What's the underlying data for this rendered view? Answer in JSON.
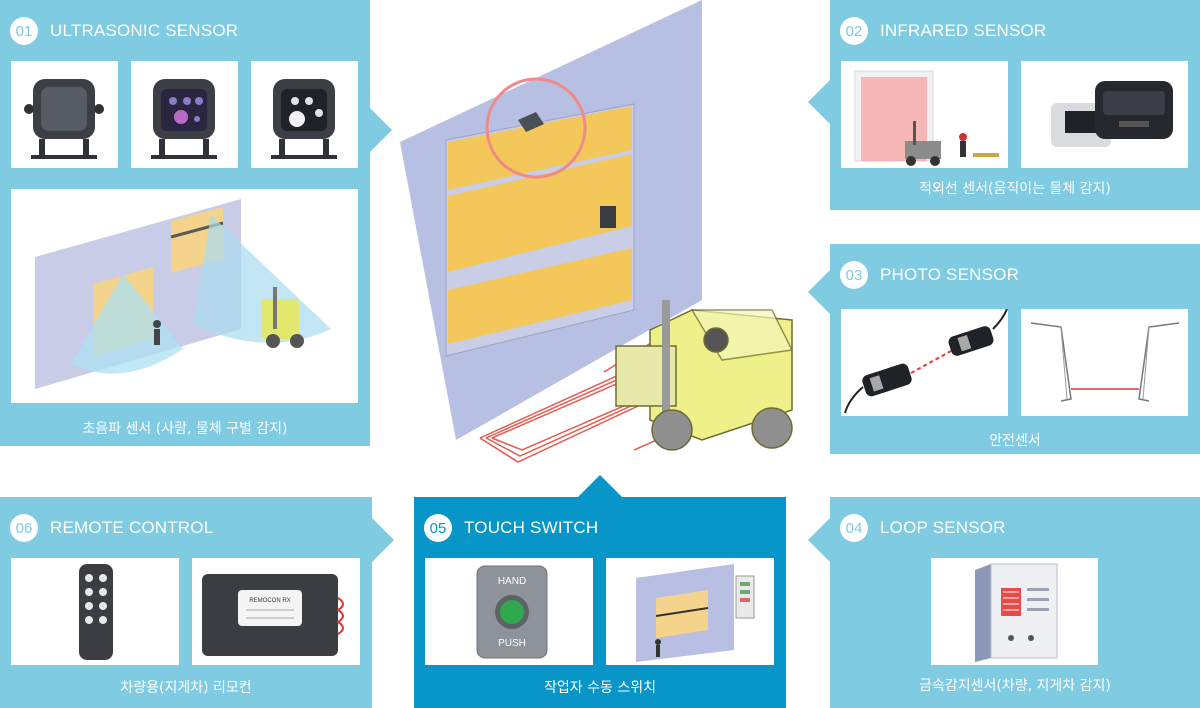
{
  "panels": {
    "ultrasonic": {
      "num": "01",
      "title": "ULTRASONIC SENSOR",
      "caption": "초음파 센서 (사람, 물체 구별 감지)"
    },
    "infrared": {
      "num": "02",
      "title": "INFRARED SENSOR",
      "caption": "적외선 센서(움직이는 물체 감지)"
    },
    "photo": {
      "num": "03",
      "title": "PHOTO SENSOR",
      "caption": "안전센서"
    },
    "loop": {
      "num": "04",
      "title": "LOOP SENSOR",
      "caption": "금속감지센서(차량, 지게차 감지)"
    },
    "touch": {
      "num": "05",
      "title": "TOUCH SWITCH",
      "caption": "작업자 수동 스위치"
    },
    "remote": {
      "num": "06",
      "title": "REMOTE CONTROL",
      "caption": "차량용(지게차) 리모컨"
    }
  },
  "product_labels": {
    "hand_switch_top": "HAND",
    "hand_switch_bottom": "PUSH",
    "remocon_label": "REMOCON RX"
  },
  "colors": {
    "panel": "#7ecbe2",
    "panel_active": "#0895c7",
    "door_yellow": "#f3c75a",
    "wall": "#b7bfe2",
    "highlight_ring": "#ef8a8a",
    "loop_red": "#e65a4f"
  },
  "active_panel": "touch"
}
